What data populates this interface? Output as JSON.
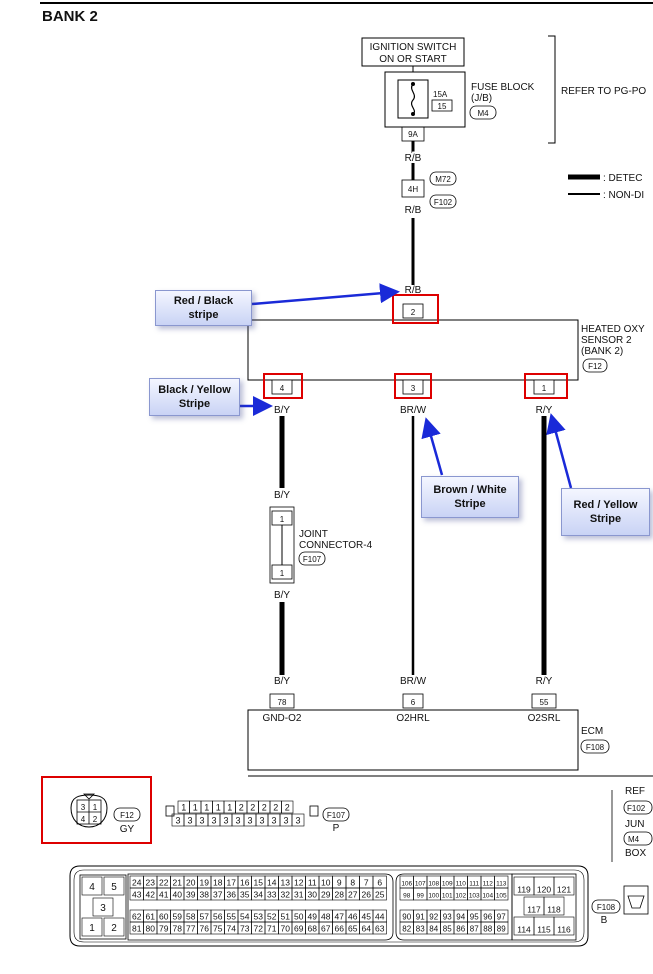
{
  "title": "BANK 2",
  "ignition": {
    "line1": "IGNITION SWITCH",
    "line2": "ON OR START"
  },
  "fuse_block": {
    "label1": "FUSE BLOCK",
    "label2": "(J/B)",
    "amp": "15A",
    "num": "15",
    "conn": "M4",
    "terminal": "9A"
  },
  "refer": "REFER TO PG-PO",
  "legend": {
    "thick": ": DETEC",
    "thin": ": NON-DI"
  },
  "upper_wire": {
    "c1": "R/B",
    "c2": "R/B",
    "c3": "R/B",
    "m72": "M72",
    "f102": "F102",
    "term4h": "4H"
  },
  "sensor": {
    "line1": "HEATED OXY",
    "line2": "SENSOR 2",
    "line3": "(BANK 2)",
    "conn": "F12",
    "pin_top": "2",
    "pin1": "4",
    "pin2": "3",
    "pin3": "1"
  },
  "wire_colors": {
    "by1": "B/Y",
    "brw1": "BR/W",
    "ry1": "R/Y",
    "by2": "B/Y",
    "by3": "B/Y",
    "by4": "B/Y",
    "brw2": "BR/W",
    "ry2": "R/Y"
  },
  "joint": {
    "line1": "JOINT",
    "line2": "CONNECTOR-4",
    "conn": "F107",
    "p1": "1",
    "p2": "1"
  },
  "ecm": {
    "label": "ECM",
    "conn": "F108",
    "t1": "78",
    "t2": "6",
    "t3": "55",
    "n1": "GND-O2",
    "n2": "O2HRL",
    "n3": "O2SRL"
  },
  "callouts": {
    "red_black": "Red / Black stripe",
    "black_yellow": "Black / Yellow Stripe",
    "brown_white": "Brown / White Stripe",
    "red_yellow": "Red / Yellow Stripe"
  },
  "conn_f12": {
    "conn": "F12",
    "color": "GY",
    "pins": [
      "3",
      "1",
      "4",
      "2"
    ]
  },
  "conn_f107": {
    "conn": "F107",
    "color": "P",
    "top": [
      "1",
      "1",
      "1",
      "1",
      "1",
      "2",
      "2",
      "2",
      "2",
      "2"
    ],
    "bottom": [
      "3",
      "3",
      "3",
      "3",
      "3",
      "3",
      "3",
      "3",
      "3",
      "3",
      "3"
    ]
  },
  "conn_f108": {
    "conn": "F108",
    "color": "B",
    "left": [
      "4",
      "5",
      "3",
      "1",
      "2"
    ],
    "grid1_r1": [
      "24",
      "23",
      "22",
      "21",
      "20",
      "19",
      "18",
      "17",
      "16",
      "15",
      "14",
      "13",
      "12",
      "11",
      "10",
      "9",
      "8",
      "7",
      "6"
    ],
    "grid1_r2": [
      "43",
      "42",
      "41",
      "40",
      "39",
      "38",
      "37",
      "36",
      "35",
      "34",
      "33",
      "32",
      "31",
      "30",
      "29",
      "28",
      "27",
      "26",
      "25"
    ],
    "grid1_r3": [
      "62",
      "61",
      "60",
      "59",
      "58",
      "57",
      "56",
      "55",
      "54",
      "53",
      "52",
      "51",
      "50",
      "49",
      "48",
      "47",
      "46",
      "45",
      "44"
    ],
    "grid1_r4": [
      "81",
      "80",
      "79",
      "78",
      "77",
      "76",
      "75",
      "74",
      "73",
      "72",
      "71",
      "70",
      "69",
      "68",
      "67",
      "66",
      "65",
      "64",
      "63"
    ],
    "grid2_r1": [
      "106",
      "107",
      "108",
      "109",
      "110",
      "111",
      "112",
      "113"
    ],
    "grid2_r2": [
      "98",
      "99",
      "100",
      "101",
      "102",
      "103",
      "104",
      "105"
    ],
    "grid2_r3": [
      "90",
      "91",
      "92",
      "93",
      "94",
      "95",
      "96",
      "97"
    ],
    "grid2_r4": [
      "82",
      "83",
      "84",
      "85",
      "86",
      "87",
      "88",
      "89"
    ],
    "right": [
      "119",
      "120",
      "121",
      "117",
      "118",
      "114",
      "115",
      "116"
    ]
  },
  "side_refs": {
    "a": "REF",
    "b": "F102",
    "c": "JUN",
    "d": "M4",
    "e": "BOX"
  }
}
